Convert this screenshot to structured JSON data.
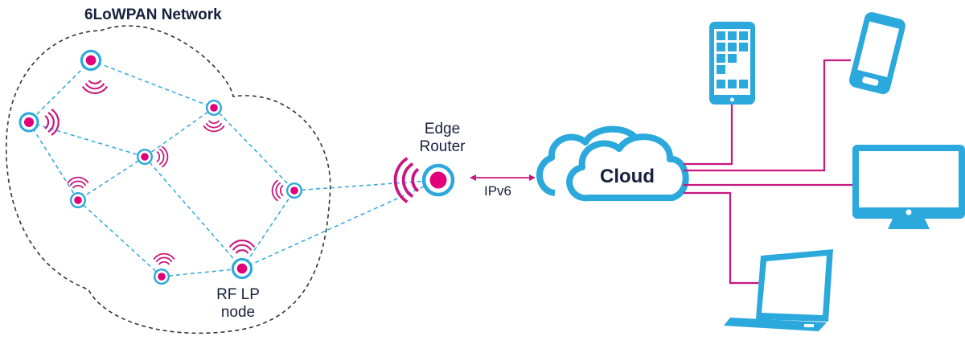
{
  "diagram": {
    "network_label": "6LoWPAN Network",
    "edge_router_label": [
      "Edge",
      "Router"
    ],
    "link_label": "IPv6",
    "node_label": [
      "RF LP",
      "node"
    ],
    "cloud_label": "Cloud"
  },
  "colors": {
    "node": "#e0007a",
    "ring": "#2ba8dc",
    "link": "#2ba8dc",
    "device": "#2ba8dc",
    "connector": "#c8167f",
    "text": "#17203d",
    "boundary": "#333333"
  },
  "devices": [
    "tablet-icon",
    "smartphone-icon",
    "monitor-icon",
    "laptop-icon"
  ]
}
